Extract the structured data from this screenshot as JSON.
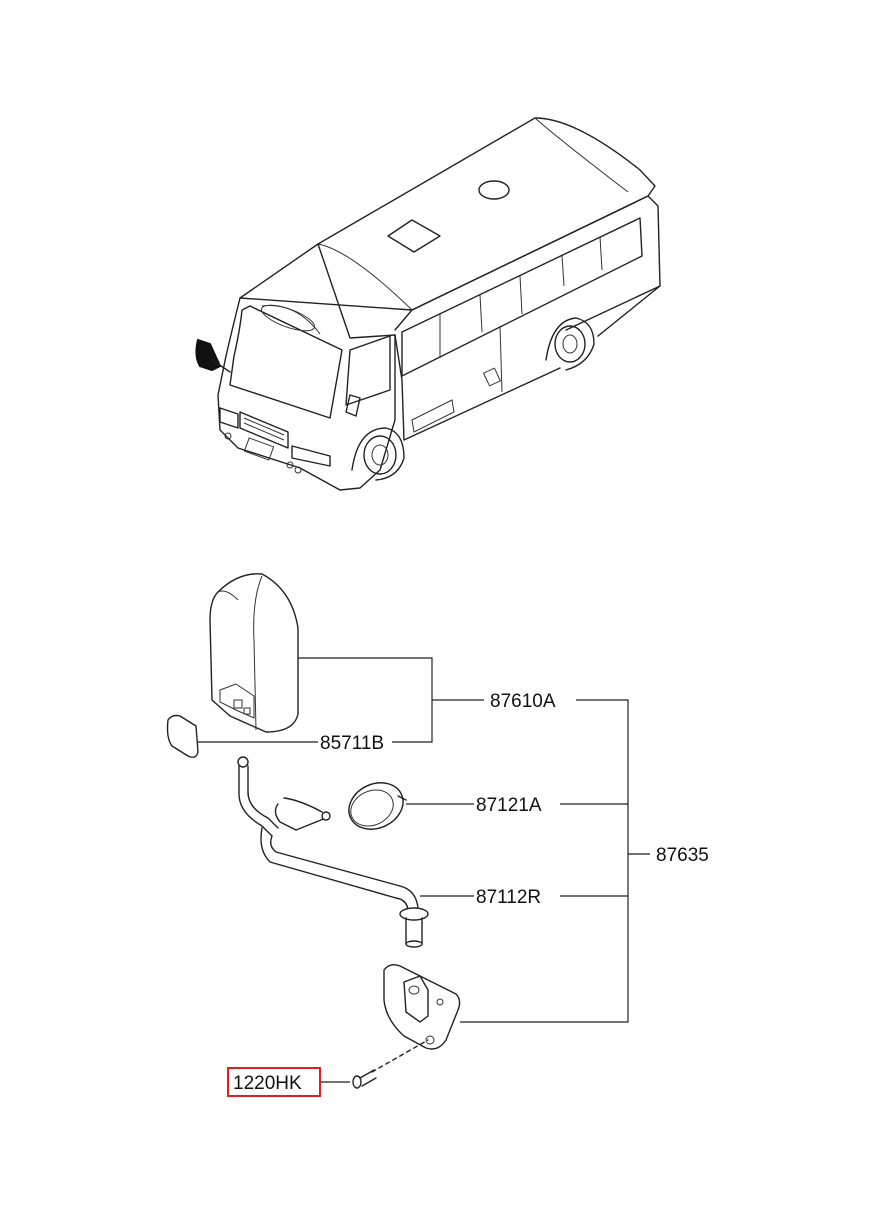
{
  "labels": {
    "mirror_assembly": "87610A",
    "mirror_glass": "85711B",
    "side_mirror": "87121A",
    "stay": "87112R",
    "complete": "87635",
    "bolt": "1220HK"
  },
  "colors": {
    "line": "#222222",
    "highlight_box": "#e02020"
  }
}
